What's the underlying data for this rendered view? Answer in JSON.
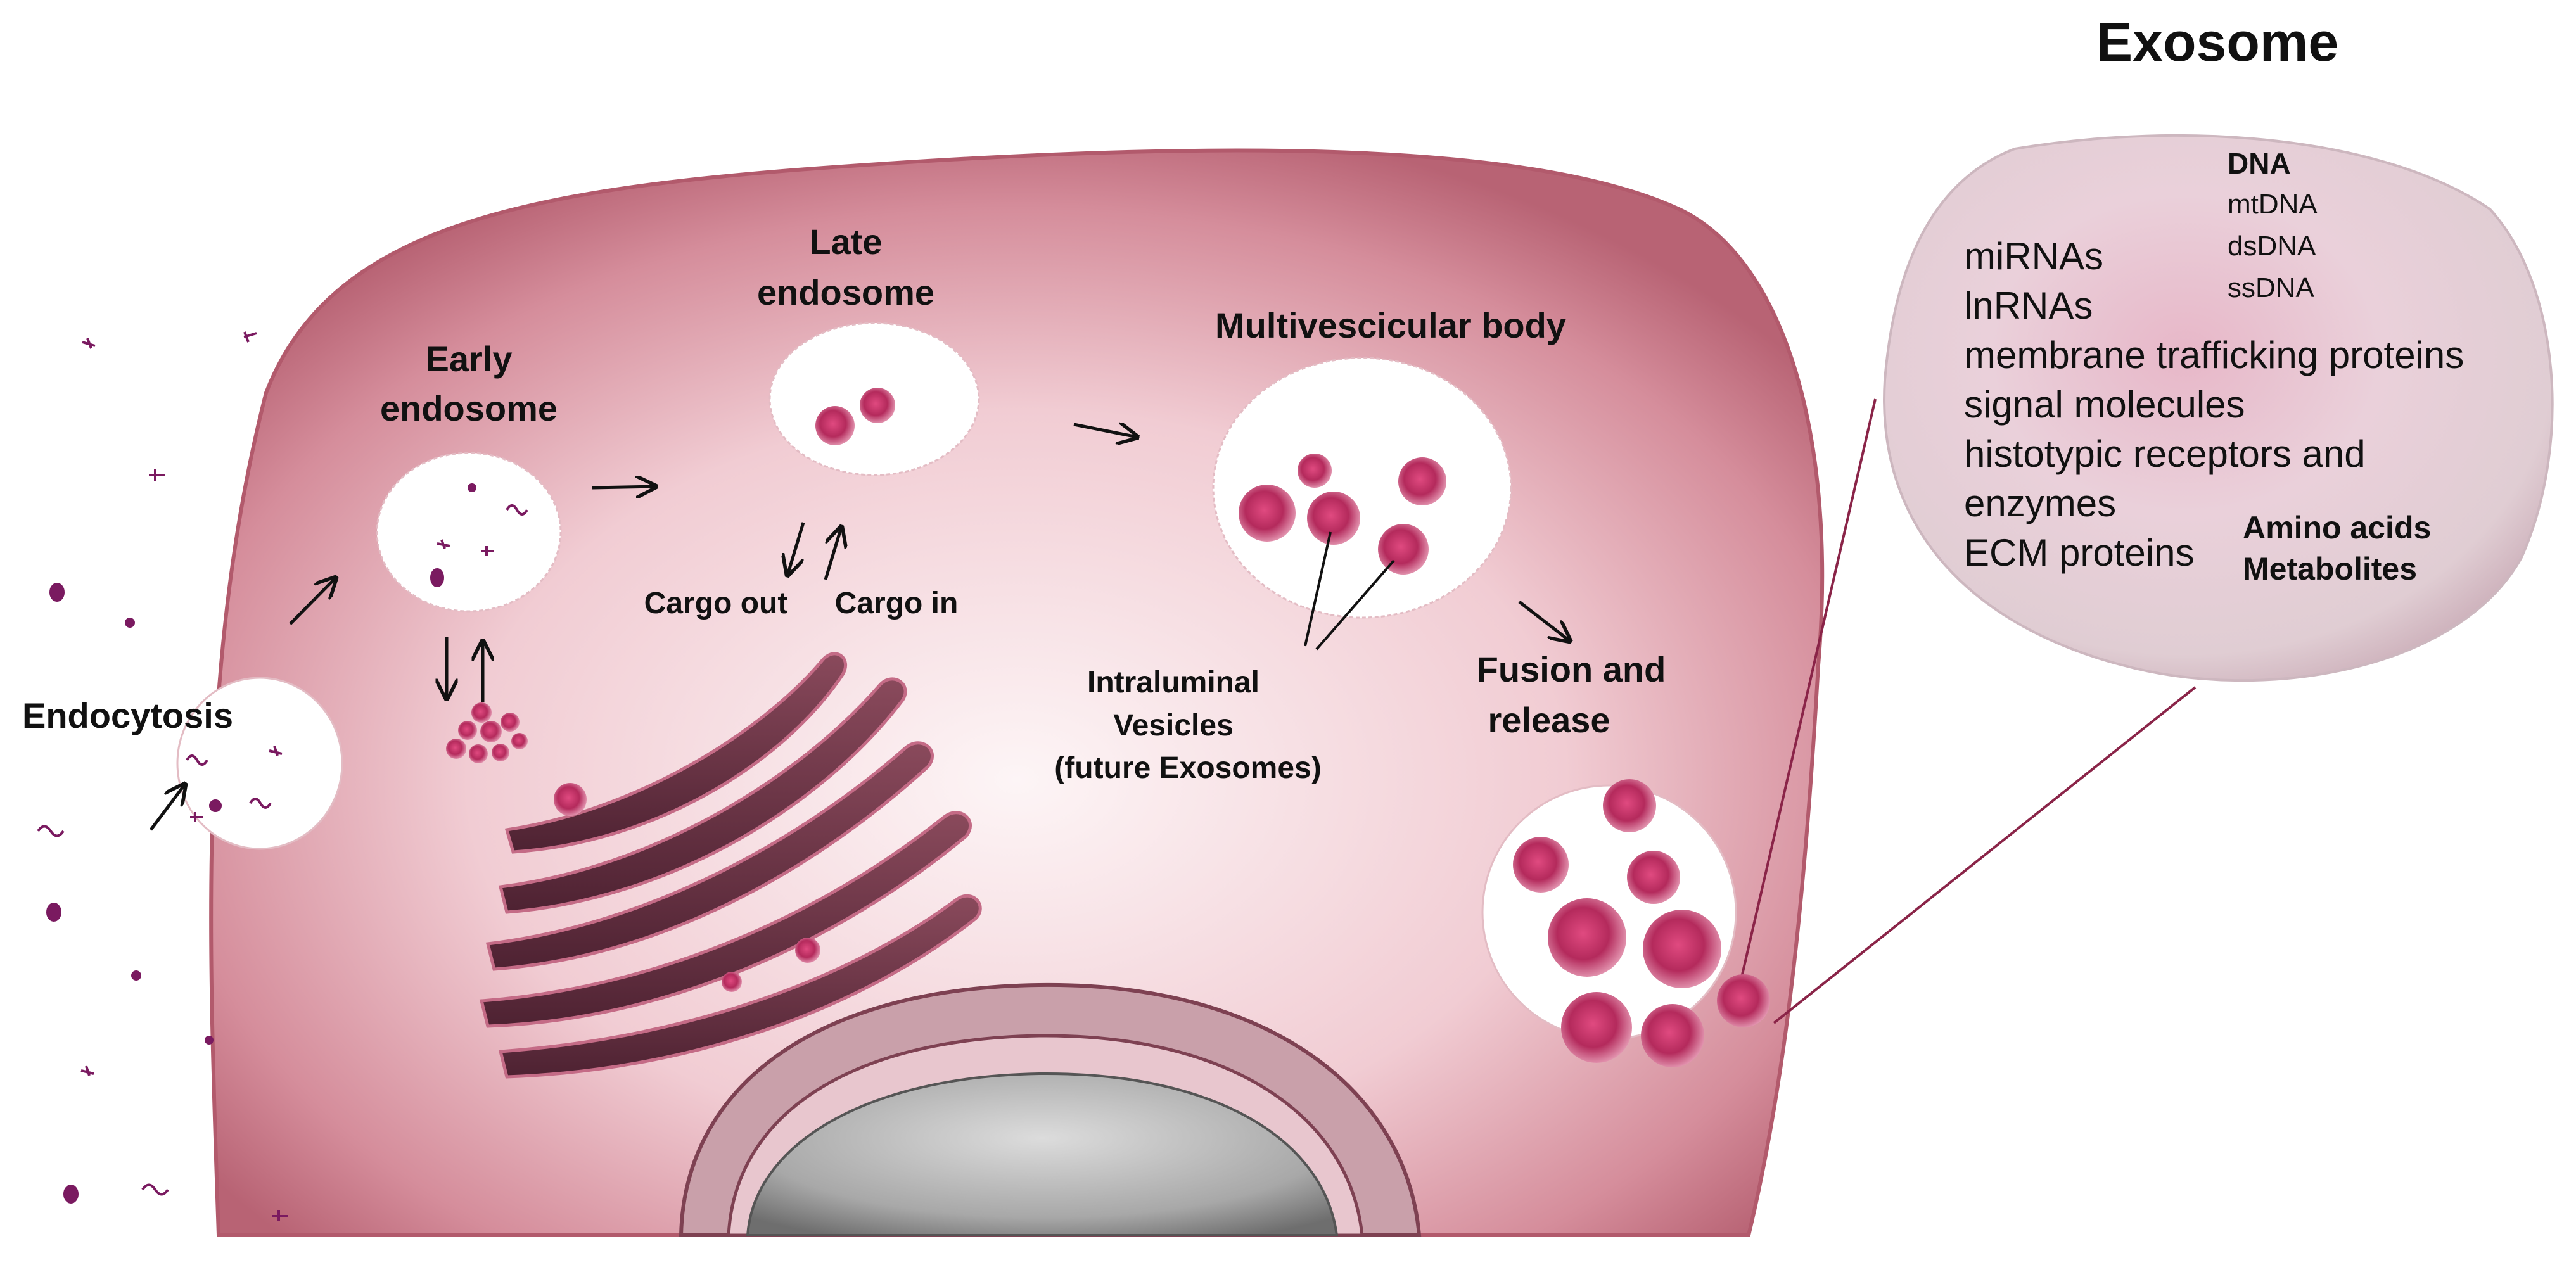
{
  "title": "Exosome",
  "labels": {
    "endocytosis": "Endocytosis",
    "early_endosome_1": "Early",
    "early_endosome_2": "endosome",
    "late_endosome_1": "Late",
    "late_endosome_2": "endosome",
    "mvb": "Multivescicular body",
    "cargo_out": "Cargo out",
    "cargo_in": "Cargo in",
    "ilv_1": "Intraluminal",
    "ilv_2": "Vesicles",
    "ilv_3": "(future Exosomes)",
    "fusion_1": "Fusion and",
    "fusion_2": "release"
  },
  "exosome_contents": {
    "dna_heading": "DNA",
    "dna_types": [
      "mtDNA",
      "dsDNA",
      "ssDNA"
    ],
    "items": [
      "miRNAs",
      "lnRNAs",
      "membrane trafficking proteins",
      "signal molecules",
      "histotypic receptors and",
      "enzymes",
      "ECM proteins"
    ],
    "bold_items": [
      "Amino acids",
      "Metabolites"
    ]
  },
  "colors": {
    "cell_rim": "#c0707f",
    "cell_inner": "#fbf2f3",
    "vesicle": "#b8325f",
    "particle": "#7a1a60",
    "golgi": "#6e3445",
    "nucleus": "#9a9a9a"
  }
}
